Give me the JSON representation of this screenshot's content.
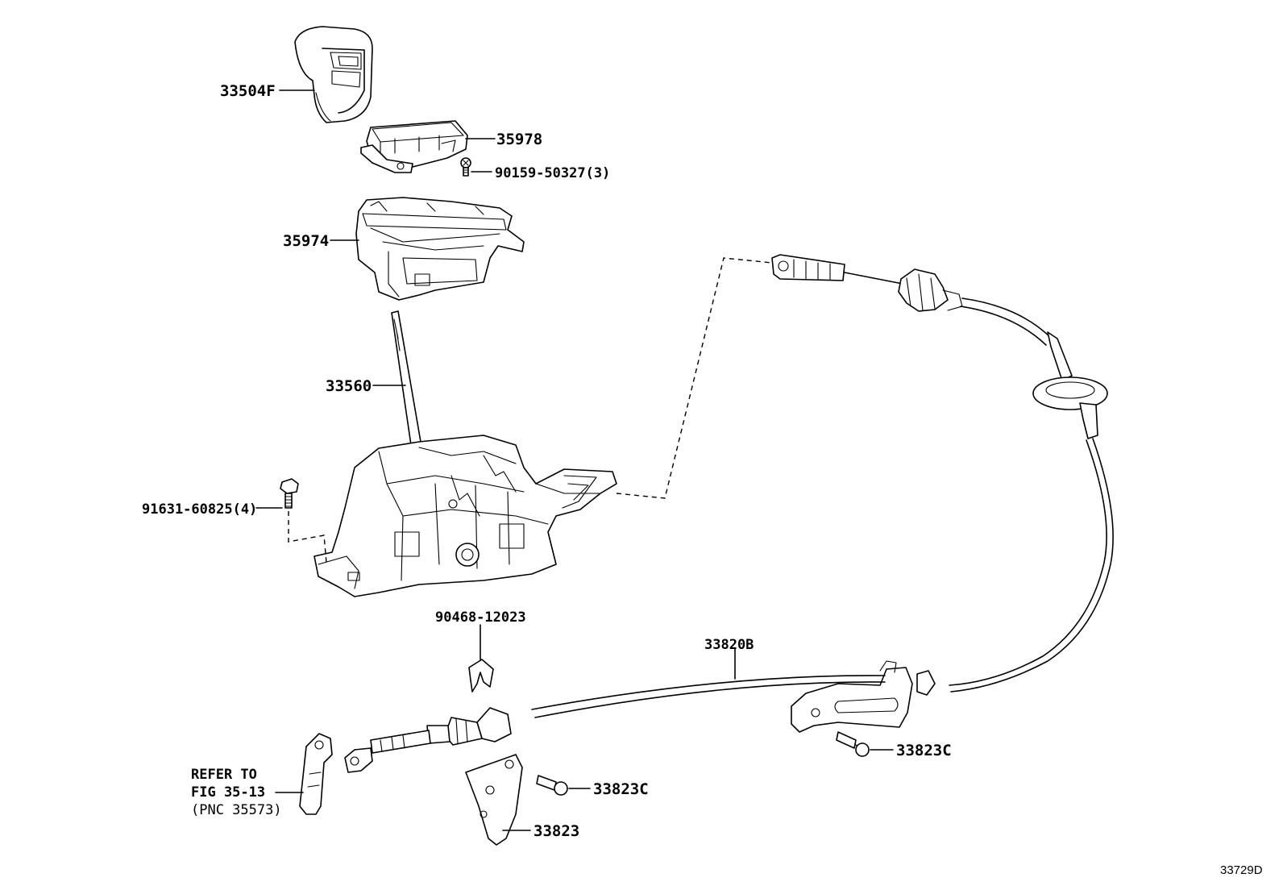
{
  "figure_id": "33729D",
  "parts": {
    "knob": "33504F",
    "indicator": "35978",
    "indicator_screw": "90159-50327(3)",
    "housing": "35974",
    "lever": "33560",
    "bolt": "91631-60825(4)",
    "clip": "90468-12023",
    "cable": "33820B",
    "bracket_bolt_upper": "33823C",
    "bracket_bolt_lower": "33823C",
    "bracket": "33823"
  },
  "reference": {
    "line1": "REFER TO",
    "line2": "FIG 35-13",
    "line3": "(PNC 35573)"
  }
}
